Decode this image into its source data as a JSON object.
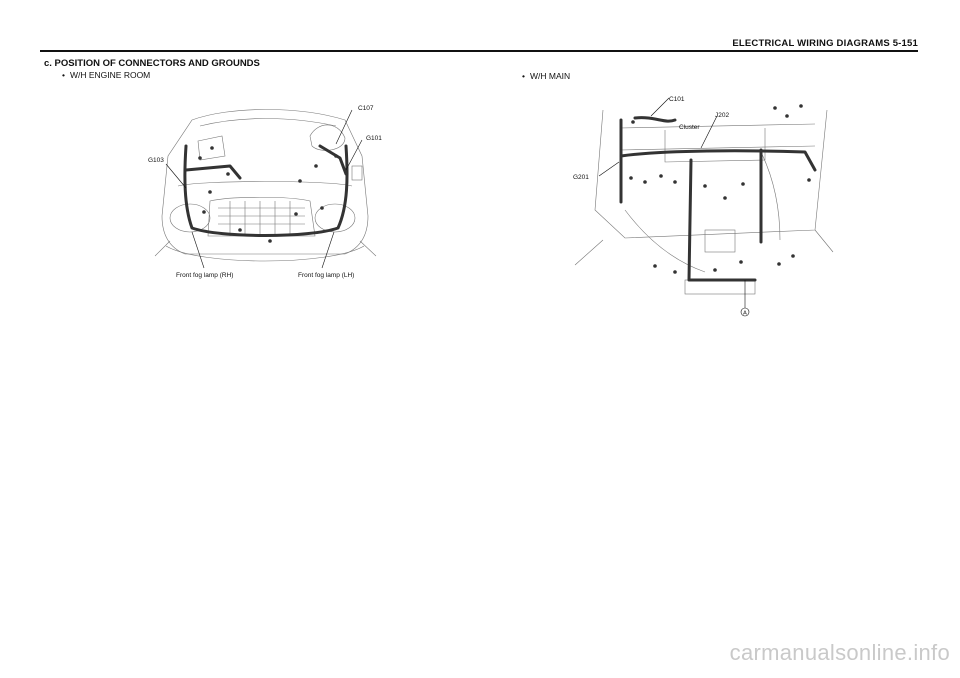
{
  "header": {
    "title": "ELECTRICAL WIRING DIAGRAMS  5-151"
  },
  "section": {
    "title": "c. POSITION OF CONNECTORS AND GROUNDS"
  },
  "engine_room": {
    "bullet": "•",
    "label": "W/H ENGINE ROOM",
    "callouts": {
      "c107": "C107",
      "g101": "G101",
      "g103": "G103",
      "fog_rh": "Front fog lamp (RH)",
      "fog_lh": "Front fog lamp (LH)"
    }
  },
  "main": {
    "bullet": "•",
    "label": "W/H MAIN",
    "callouts": {
      "c101": "C101",
      "j202": "J202",
      "cluster": "Cluster",
      "g201": "G201",
      "marker": "A"
    }
  },
  "footer": {
    "watermark": "carmanualsonline.info"
  }
}
